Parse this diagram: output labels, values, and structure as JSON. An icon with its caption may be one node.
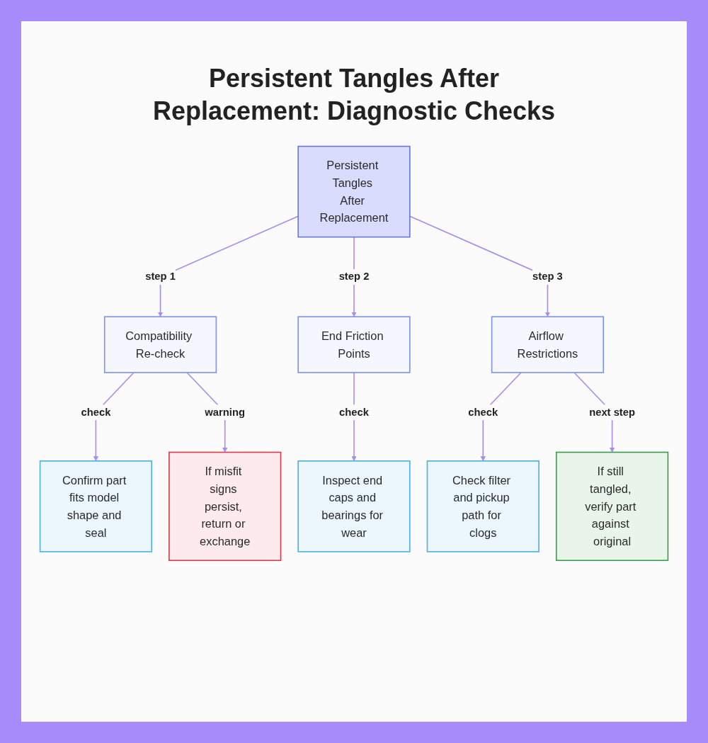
{
  "diagram": {
    "title": "Persistent Tangles After Replacement: Diagnostic Checks",
    "nodes": [
      {
        "text": [
          "Persistent Tangles After Replacement"
        ]
      },
      {
        "text": [
          "Compatibility Re-check"
        ]
      },
      {
        "text": [
          "End Friction Points"
        ]
      },
      {
        "text": [
          "Airflow Restrictions"
        ]
      },
      {
        "text": [
          "Confirm part fits model shape and seal"
        ]
      },
      {
        "text": [
          "If misfit signs persist, return or exchange"
        ]
      },
      {
        "text": [
          "Inspect end caps and bearings for wear"
        ]
      },
      {
        "text": [
          "Check filter and pickup path for clogs"
        ]
      },
      {
        "text": [
          "If still tangled, verify part against original"
        ]
      }
    ],
    "edges": [
      {
        "from": 0,
        "to": 1,
        "arrow": "to",
        "label": "step 1"
      },
      {
        "from": 0,
        "to": 2,
        "arrow": "to",
        "label": "step 2"
      },
      {
        "from": 0,
        "to": 3,
        "arrow": "to",
        "label": "step 3"
      },
      {
        "from": 1,
        "to": 4,
        "arrow": "to",
        "label": "check"
      },
      {
        "from": 1,
        "to": 5,
        "arrow": "to",
        "label": "warning"
      },
      {
        "from": 2,
        "to": 6,
        "arrow": "to",
        "label": "check"
      },
      {
        "from": 3,
        "to": 7,
        "arrow": "to",
        "label": "check"
      },
      {
        "from": 3,
        "to": 8,
        "arrow": "to",
        "label": "next step"
      }
    ]
  }
}
